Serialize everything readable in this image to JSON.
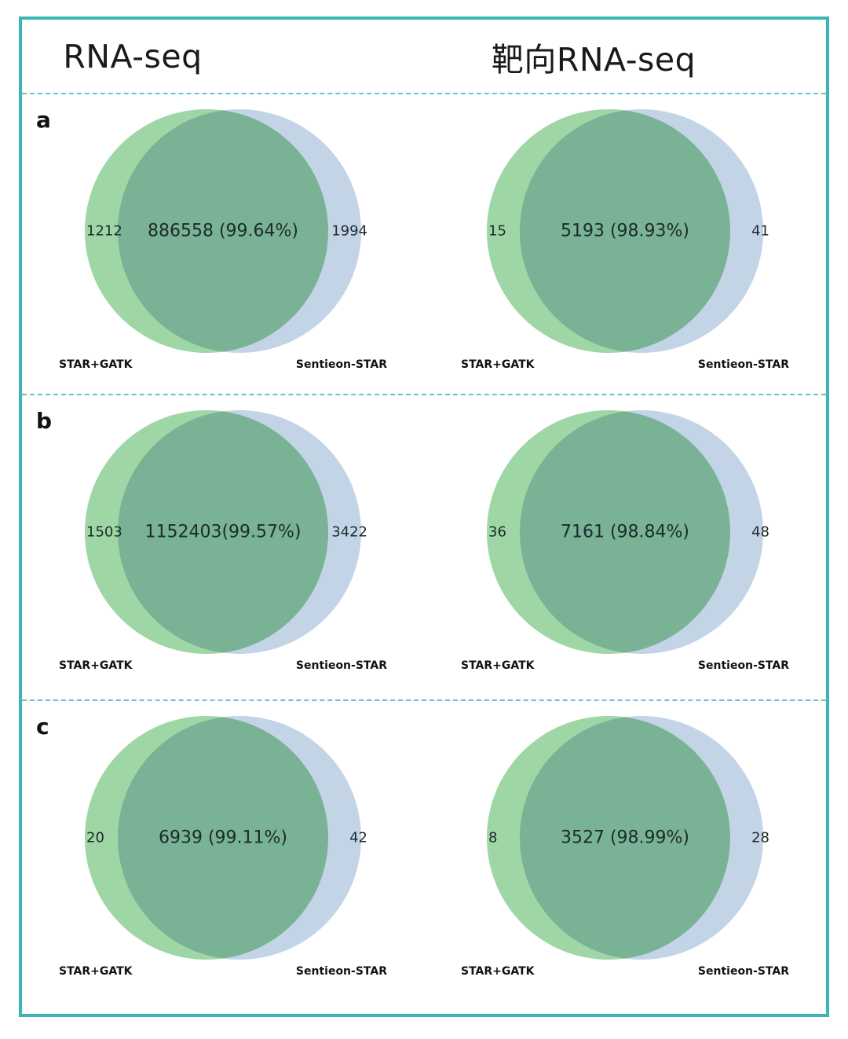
{
  "figure": {
    "columns": [
      {
        "id": "rna-seq",
        "title": "RNA-seq"
      },
      {
        "id": "targeted-rna-seq",
        "title": "靶向RNA-seq"
      }
    ],
    "rows": [
      {
        "id": "a",
        "letter": "a"
      },
      {
        "id": "b",
        "letter": "b"
      },
      {
        "id": "c",
        "letter": "c"
      }
    ],
    "set_labels": {
      "left": "STAR+GATK",
      "right": "Sentieon-STAR"
    },
    "colors": {
      "frame": "#3cb4b8",
      "divider": "#5fc4cc",
      "set_a_green": "#9ed6a5",
      "set_b_blue": "#c3d4e7",
      "intersection_teal": "#7ab8bd",
      "text": "#1c2b2b"
    }
  },
  "chart_data": {
    "type": "venn",
    "title": "",
    "set_names": [
      "STAR+GATK",
      "Sentieon-STAR"
    ],
    "panels": [
      {
        "row": "a",
        "column": "RNA-seq",
        "left_only": "1212",
        "intersection": "886558 (99.64%)",
        "right_only": "1994",
        "intersection_count": 886558,
        "intersection_percent": 99.64,
        "left_only_count": 1212,
        "right_only_count": 1994
      },
      {
        "row": "a",
        "column": "靶向RNA-seq",
        "left_only": "15",
        "intersection": "5193 (98.93%)",
        "right_only": "41",
        "intersection_count": 5193,
        "intersection_percent": 98.93,
        "left_only_count": 15,
        "right_only_count": 41
      },
      {
        "row": "b",
        "column": "RNA-seq",
        "left_only": "1503",
        "intersection": "1152403(99.57%)",
        "right_only": "3422",
        "intersection_count": 1152403,
        "intersection_percent": 99.57,
        "left_only_count": 1503,
        "right_only_count": 3422
      },
      {
        "row": "b",
        "column": "靶向RNA-seq",
        "left_only": "36",
        "intersection": "7161 (98.84%)",
        "right_only": "48",
        "intersection_count": 7161,
        "intersection_percent": 98.84,
        "left_only_count": 36,
        "right_only_count": 48
      },
      {
        "row": "c",
        "column": "RNA-seq",
        "left_only": "20",
        "intersection": "6939 (99.11%)",
        "right_only": "42",
        "intersection_count": 6939,
        "intersection_percent": 99.11,
        "left_only_count": 20,
        "right_only_count": 42
      },
      {
        "row": "c",
        "column": "靶向RNA-seq",
        "left_only": "8",
        "intersection": "3527 (98.99%)",
        "right_only": "28",
        "intersection_count": 3527,
        "intersection_percent": 98.99,
        "left_only_count": 8,
        "right_only_count": 28
      }
    ]
  }
}
